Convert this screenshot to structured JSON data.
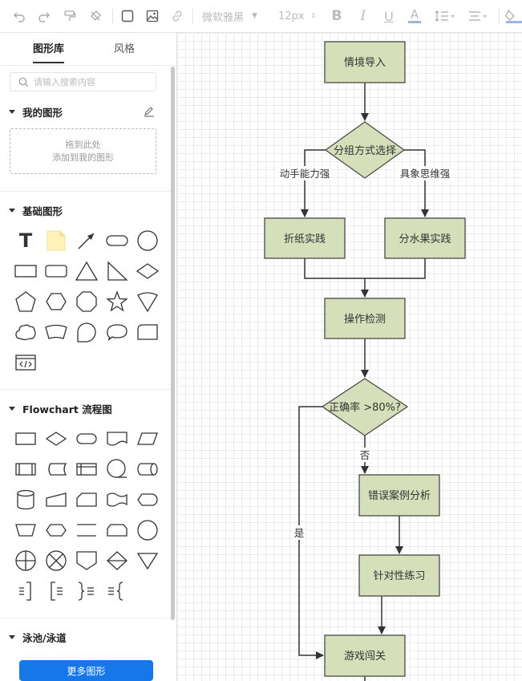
{
  "toolbar": {
    "font_name": "微软雅黑",
    "font_size": "12px",
    "icons": [
      "undo-icon",
      "redo-icon",
      "format-painter-icon",
      "clear-format-icon",
      "rectangle-icon",
      "image-icon",
      "link-icon",
      "bold-icon",
      "italic-icon",
      "underline-icon",
      "font-color-icon",
      "line-height-icon",
      "align-icon",
      "fill-color-icon"
    ]
  },
  "sidebar": {
    "tabs": [
      "图形库",
      "风格"
    ],
    "search_placeholder": "请输入搜索内容",
    "my_shapes": {
      "title": "我的图形",
      "drop_line1": "拖到此处",
      "drop_line2": "添加到我的图形"
    },
    "basic_shapes": {
      "title": "基础图形",
      "text_glyph": "T"
    },
    "flowchart": {
      "title": "Flowchart 流程图"
    },
    "pool": {
      "title": "泳池/泳道"
    },
    "more_button": "更多图形"
  },
  "flowchart": {
    "nodes": {
      "start": "情境导入",
      "group_decision": "分组方式选择",
      "paper": "折纸实践",
      "fruit": "分水果实践",
      "check": "操作检测",
      "accuracy_decision": "正确率 >80%?",
      "error_analysis": "错误案例分析",
      "practice": "针对性练习",
      "game": "游戏闯关"
    },
    "edges": {
      "left_branch": "动手能力强",
      "right_branch": "具象思维强",
      "no": "否",
      "yes": "是"
    },
    "colors": {
      "node_fill": "#d5dfba",
      "node_stroke": "#4a4a4a",
      "edge": "#333333"
    }
  }
}
